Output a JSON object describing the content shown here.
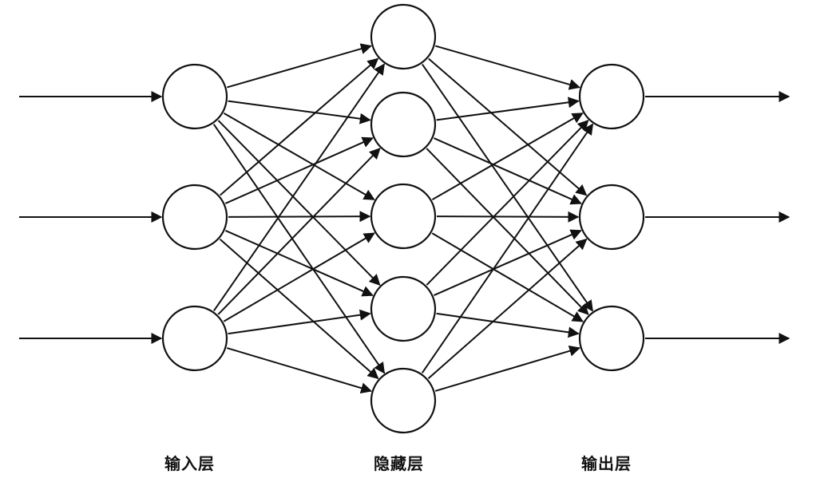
{
  "diagram": {
    "type": "neural-network",
    "layers": [
      {
        "id": "input",
        "label": "输入层",
        "nodes": 3
      },
      {
        "id": "hidden",
        "label": "隐藏层",
        "nodes": 5
      },
      {
        "id": "output",
        "label": "输出层",
        "nodes": 3
      }
    ],
    "connections": "fully-connected",
    "input_arrows": 3,
    "output_arrows": 3,
    "colors": {
      "stroke": "#111111",
      "fill": "#ffffff",
      "background": "#ffffff"
    }
  }
}
